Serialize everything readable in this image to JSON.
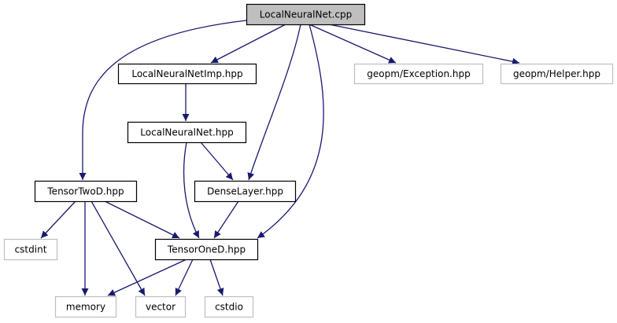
{
  "title": "LocalNeuralNet.cpp include dependency graph",
  "colors": {
    "edge": "#191970",
    "root_fill": "#bfbfbf",
    "root_border": "#000000",
    "doc_border": "#000000",
    "external_border": "#bfbfbf",
    "node_fill": "#ffffff"
  },
  "nodes": [
    {
      "id": "root",
      "label": "LocalNeuralNet.cpp",
      "kind": "root"
    },
    {
      "id": "imp",
      "label": "LocalNeuralNetImp.hpp",
      "kind": "documented"
    },
    {
      "id": "exception",
      "label": "geopm/Exception.hpp",
      "kind": "external"
    },
    {
      "id": "helper",
      "label": "geopm/Helper.hpp",
      "kind": "external"
    },
    {
      "id": "lnn",
      "label": "LocalNeuralNet.hpp",
      "kind": "documented"
    },
    {
      "id": "twod",
      "label": "TensorTwoD.hpp",
      "kind": "documented"
    },
    {
      "id": "dense",
      "label": "DenseLayer.hpp",
      "kind": "documented"
    },
    {
      "id": "cstdint",
      "label": "cstdint",
      "kind": "external"
    },
    {
      "id": "oned",
      "label": "TensorOneD.hpp",
      "kind": "documented"
    },
    {
      "id": "memory",
      "label": "memory",
      "kind": "external"
    },
    {
      "id": "vector",
      "label": "vector",
      "kind": "external"
    },
    {
      "id": "cstdio",
      "label": "cstdio",
      "kind": "external"
    }
  ],
  "edges": [
    {
      "from": "root",
      "to": "imp"
    },
    {
      "from": "root",
      "to": "exception"
    },
    {
      "from": "root",
      "to": "helper"
    },
    {
      "from": "root",
      "to": "twod"
    },
    {
      "from": "root",
      "to": "dense"
    },
    {
      "from": "root",
      "to": "oned"
    },
    {
      "from": "imp",
      "to": "lnn"
    },
    {
      "from": "lnn",
      "to": "dense"
    },
    {
      "from": "lnn",
      "to": "oned"
    },
    {
      "from": "dense",
      "to": "oned"
    },
    {
      "from": "twod",
      "to": "cstdint"
    },
    {
      "from": "twod",
      "to": "memory"
    },
    {
      "from": "twod",
      "to": "vector"
    },
    {
      "from": "twod",
      "to": "oned"
    },
    {
      "from": "oned",
      "to": "memory"
    },
    {
      "from": "oned",
      "to": "vector"
    },
    {
      "from": "oned",
      "to": "cstdio"
    }
  ]
}
